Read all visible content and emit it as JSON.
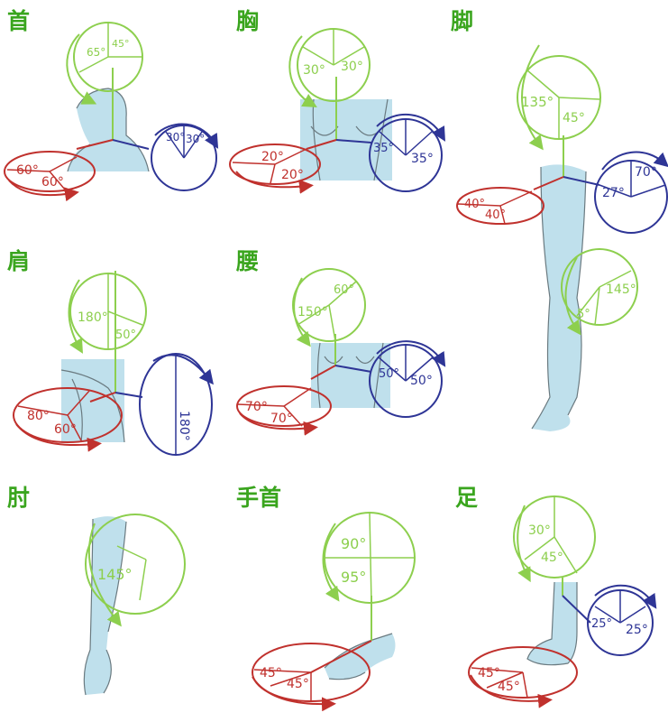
{
  "colors": {
    "title": "#3aa51e",
    "flexion_green": "#8dcf4e",
    "rotation_blue": "#2e3596",
    "lateral_red": "#c0312d",
    "skin": "#bfe0ec"
  },
  "panels": {
    "neck": {
      "title": "首",
      "green": [
        "65°",
        "45°"
      ],
      "blue": [
        "30°",
        "30°"
      ],
      "red": [
        "60°",
        "60°"
      ]
    },
    "chest": {
      "title": "胸",
      "green": [
        "30°",
        "30°"
      ],
      "blue": [
        "35°",
        "35°"
      ],
      "red": [
        "20°",
        "20°"
      ]
    },
    "leg": {
      "title": "脚",
      "green": [
        "135°",
        "45°"
      ],
      "blue": [
        "27°",
        "70°"
      ],
      "red": [
        "40°",
        "40°"
      ],
      "knee": [
        "5°",
        "145°"
      ]
    },
    "shoulder": {
      "title": "肩",
      "green": [
        "180°",
        "50°"
      ],
      "blue": [
        "180°"
      ],
      "red": [
        "80°",
        "60°"
      ]
    },
    "waist": {
      "title": "腰",
      "green": [
        "150°",
        "60°"
      ],
      "blue": [
        "50°",
        "50°"
      ],
      "red": [
        "70°",
        "70°"
      ]
    },
    "elbow": {
      "title": "肘",
      "green": [
        "145°"
      ]
    },
    "wrist": {
      "title": "手首",
      "green": [
        "90°",
        "95°"
      ],
      "red": [
        "45°",
        "45°"
      ]
    },
    "ankle": {
      "title": "足",
      "green": [
        "30°",
        "45°"
      ],
      "blue": [
        "25°",
        "25°"
      ],
      "red": [
        "45°",
        "45°"
      ]
    }
  }
}
